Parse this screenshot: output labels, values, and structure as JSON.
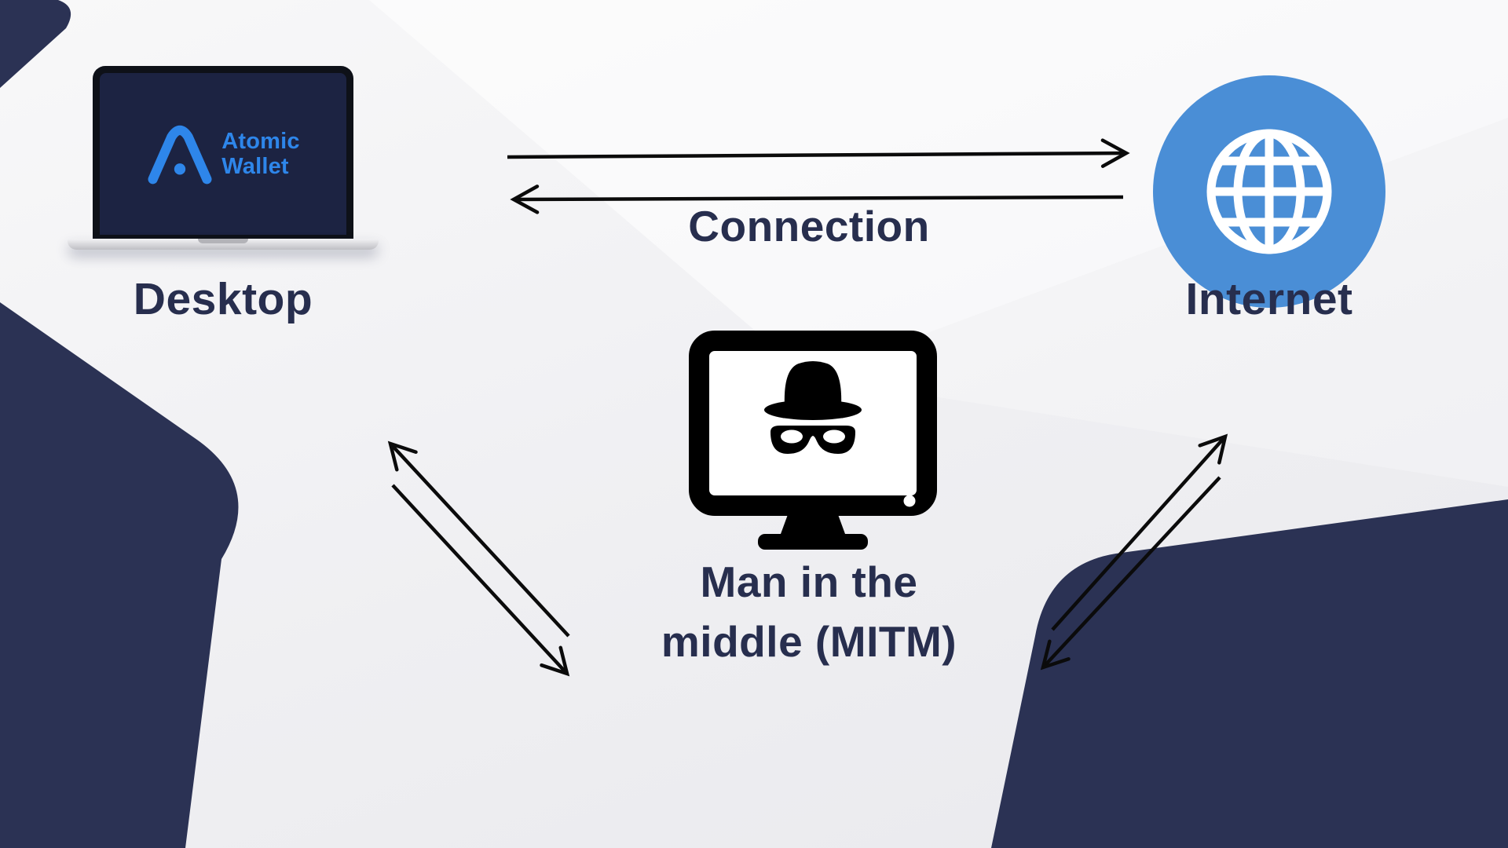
{
  "desktop": {
    "label": "Desktop",
    "icon": "laptop-icon",
    "logo_icon": "atomic-wallet-logo-icon",
    "logo_text_line1": "Atomic",
    "logo_text_line2": "Wallet"
  },
  "internet": {
    "label": "Internet",
    "icon": "globe-icon"
  },
  "connection": {
    "label": "Connection"
  },
  "mitm": {
    "label_line1": "Man in the",
    "label_line2": "middle (MITM)",
    "icon": "spy-monitor-icon"
  },
  "colors": {
    "navy_text": "#272e4e",
    "corner_shape": "#2b3254",
    "laptop_screen": "#1c2342",
    "logo_blue": "#2e86ea",
    "internet_blue": "#4a8ed6",
    "background": "#f1f1f4",
    "arrow": "#0b0b0b"
  }
}
